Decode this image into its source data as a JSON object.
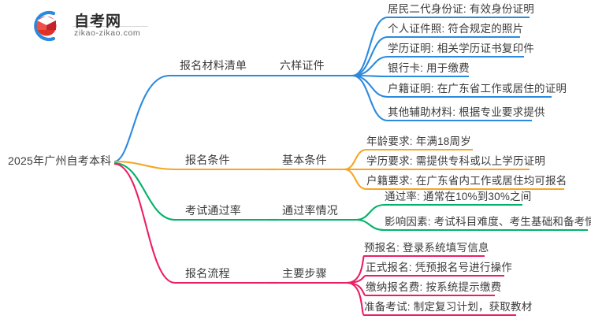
{
  "logo": {
    "name_cn": "自考网",
    "url": "zikao-zikao.com",
    "mark_icon": "graduation-cap-icon",
    "arc_color": "#2b8ade",
    "cap_color": "#e03127"
  },
  "mindmap": {
    "root": {
      "label": "2025年广州自考本科"
    },
    "branches": [
      {
        "id": "materials",
        "color": "#2b8ade",
        "label": "报名材料清单",
        "subtopic": "六样证件",
        "items": [
          "居民二代身份证: 有效身份证明",
          "个人证件照: 符合规定的照片",
          "学历证明: 相关学历证书复印件",
          "银行卡: 用于缴费",
          "户籍证明: 在广东省工作或居住的证明",
          "其他辅助材料: 根据专业要求提供"
        ]
      },
      {
        "id": "conditions",
        "color": "#f5a623",
        "label": "报名条件",
        "subtopic": "基本条件",
        "items": [
          "年龄要求: 年满18周岁",
          "学历要求: 需提供专科或以上学历证明",
          "户籍要求: 在广东省内工作或居住均可报名"
        ]
      },
      {
        "id": "passrate",
        "color": "#00b368",
        "label": "考试通过率",
        "subtopic": "通过率情况",
        "items": [
          "通过率: 通常在10%到30%之间",
          "影响因素: 考试科目难度、考生基础和备考情况"
        ]
      },
      {
        "id": "process",
        "color": "#ec1e63",
        "label": "报名流程",
        "subtopic": "主要步骤",
        "items": [
          "预报名: 登录系统填写信息",
          "正式报名: 凭预报名号进行操作",
          "缴纳报名费: 按系统提示缴费",
          "准备考试: 制定复习计划，获取教材"
        ]
      }
    ]
  }
}
